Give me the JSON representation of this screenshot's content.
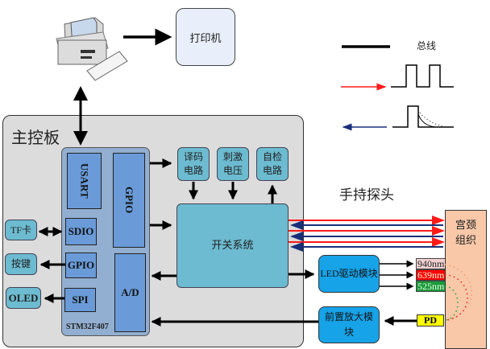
{
  "legend": {
    "bus_label": "总线",
    "items": [
      {
        "name": "bus",
        "color": "#000000"
      },
      {
        "name": "excitation-signal",
        "color": "#ff0000"
      },
      {
        "name": "response-signal",
        "color": "#1a2f7a"
      }
    ]
  },
  "computer": {
    "icon": "computer-icon"
  },
  "printer": {
    "label": "打印机"
  },
  "mainboard": {
    "title": "主控板",
    "mcu": {
      "name": "STM32F407",
      "ports": {
        "usart": "USART",
        "gpio_right": "GPIO",
        "sdio": "SDIO",
        "gpio_left": "GPIO",
        "spi": "SPI",
        "ad": "A/D"
      }
    },
    "peripherals": {
      "tf": "TF卡",
      "keys": "按键",
      "oled": "OLED"
    },
    "circuits": {
      "decode": "译码电路",
      "stim": "刺激电压",
      "selftest": "自检电路"
    },
    "switch": "开关系统"
  },
  "probe": {
    "title": "手持探头",
    "led_driver": "LED驱动模块",
    "preamp": "前置放大模块",
    "wavelengths": [
      {
        "label": "940nm",
        "color": "#f0d0d0"
      },
      {
        "label": "639nm",
        "color": "#ff0000"
      },
      {
        "label": "525nm",
        "color": "#1a9a3a"
      }
    ],
    "pd": "PD",
    "tissue": "宫颈组织"
  },
  "colors": {
    "red": "#ff1a1a",
    "navy": "#1a2f7a"
  }
}
